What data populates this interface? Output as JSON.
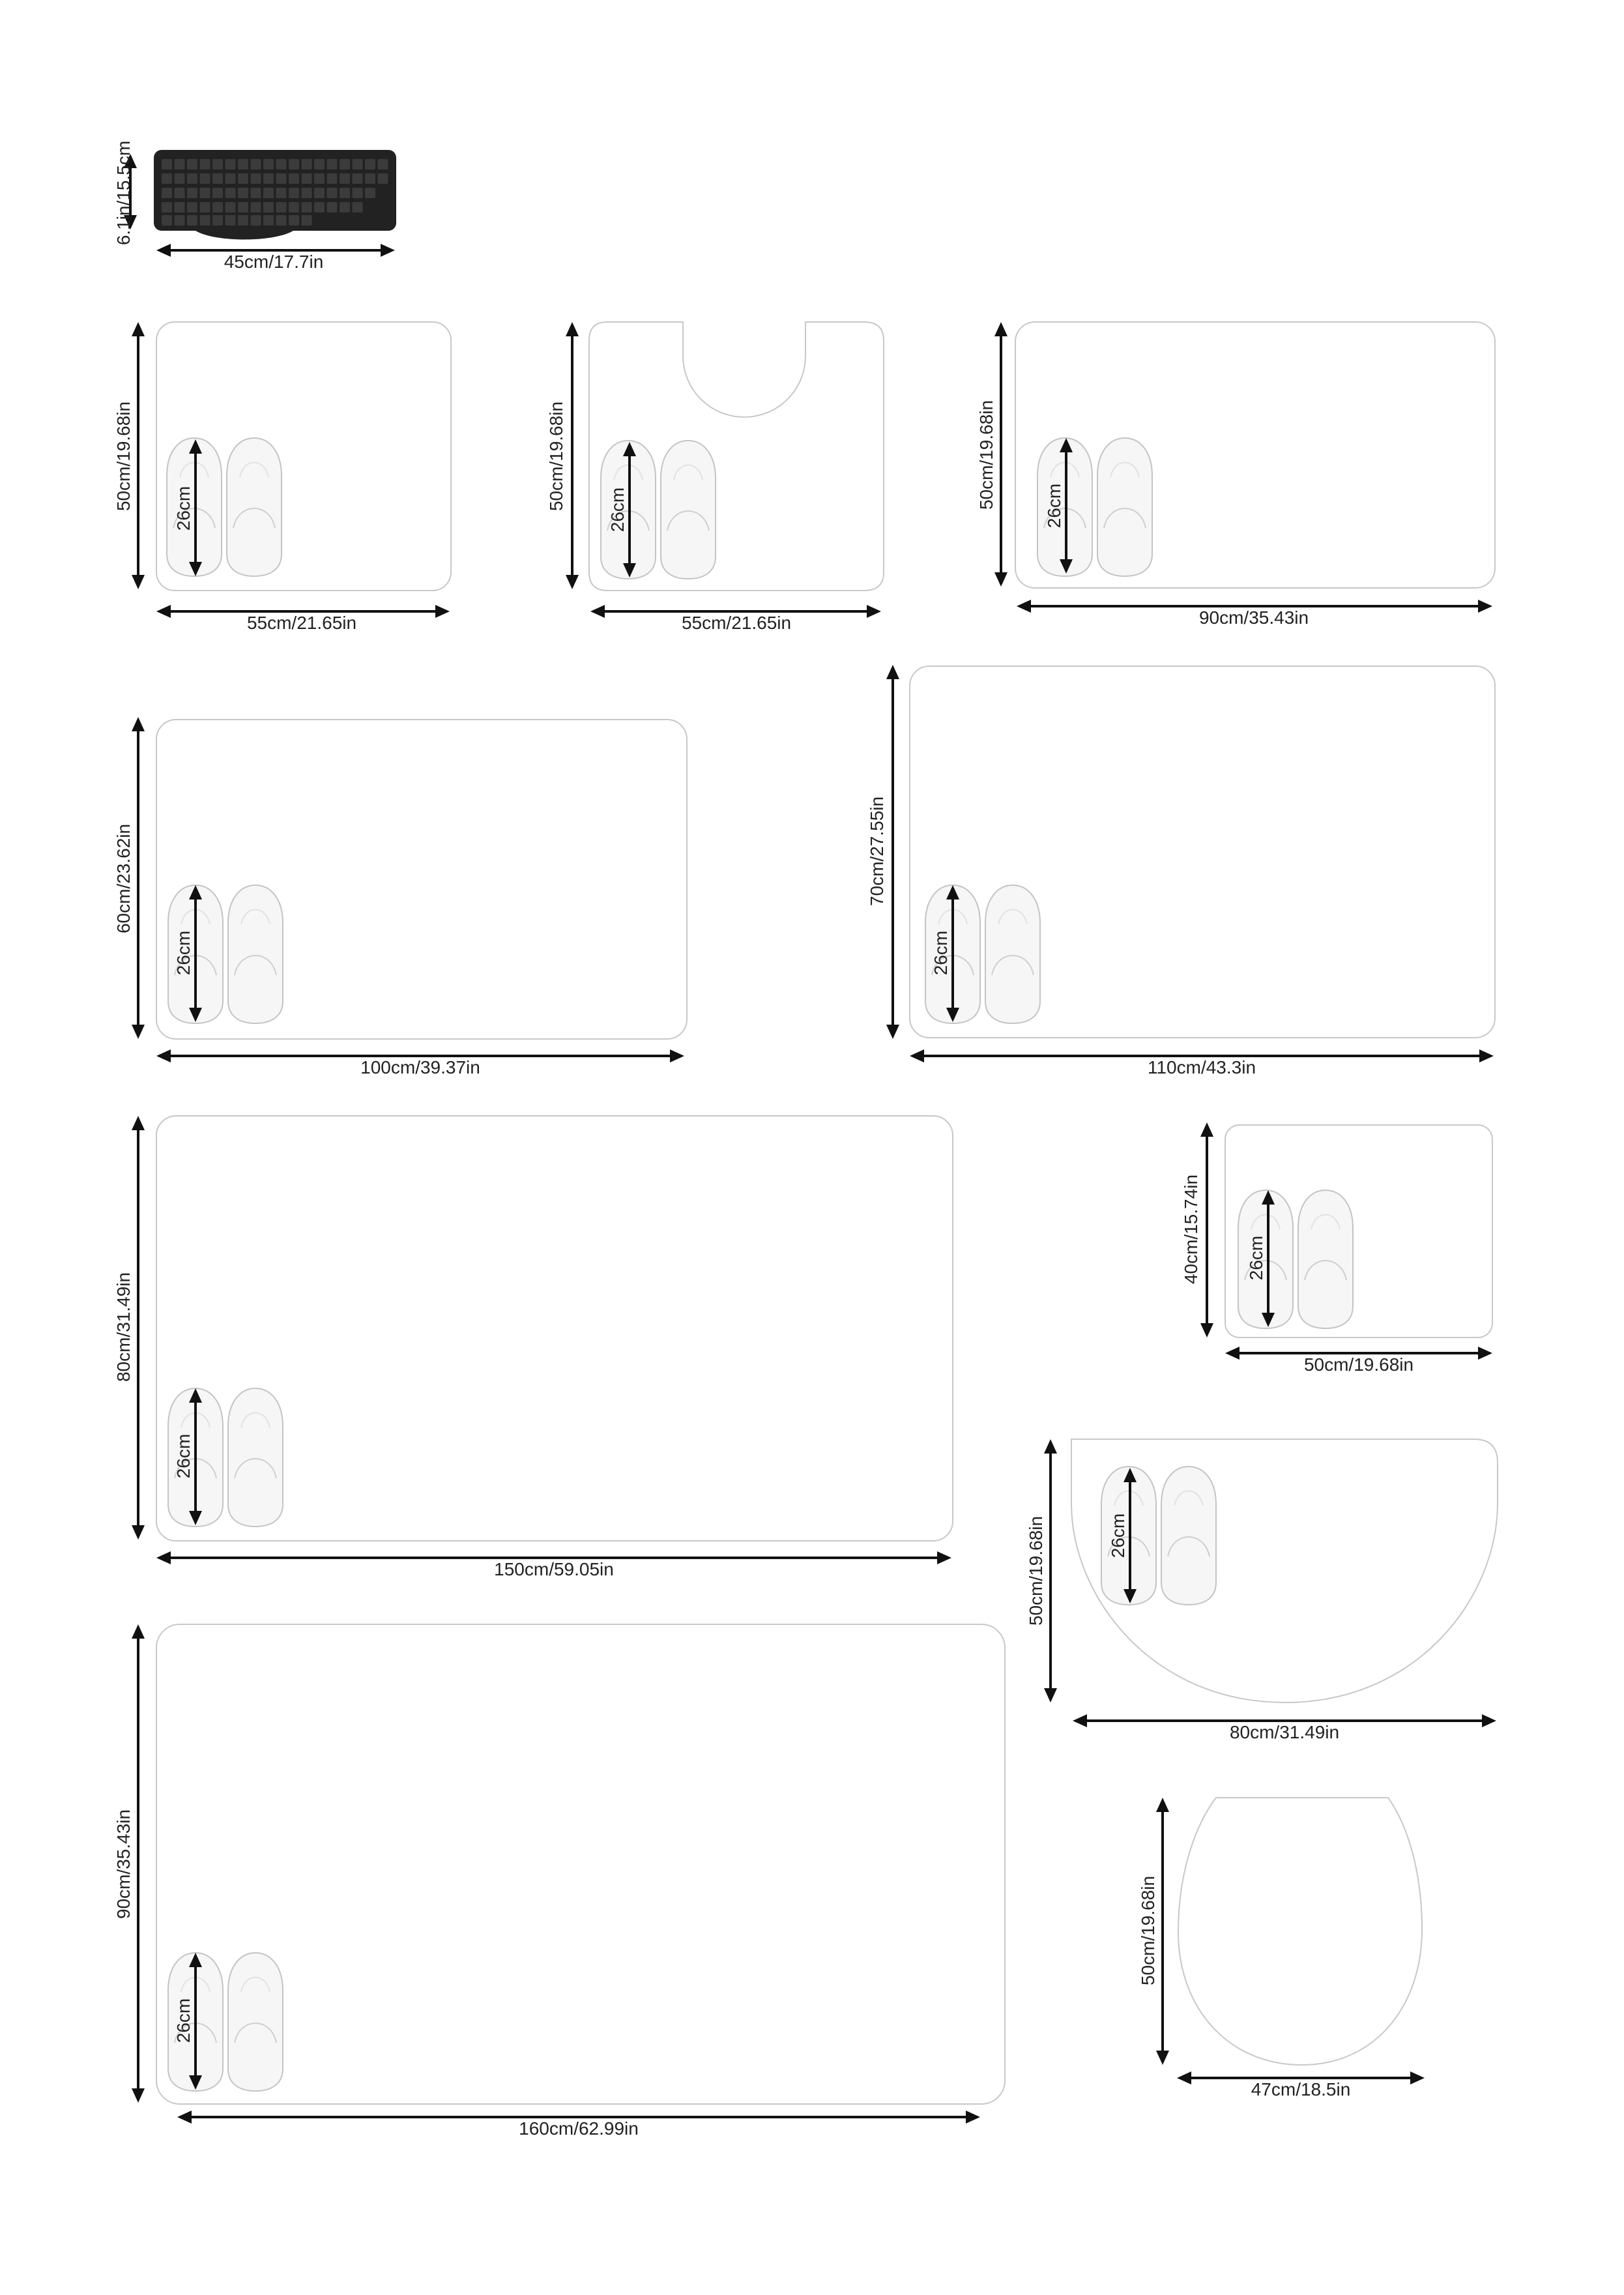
{
  "colors": {
    "background": "#ffffff",
    "mat_outline": "#c8c8c8",
    "arrow": "#111111",
    "label_text": "#222222",
    "slipper_fill": "#f6f6f6",
    "slipper_edge": "#c4c4c4",
    "keyboard_body": "#222222",
    "keyboard_key": "#3b3b3b"
  },
  "keyboard": {
    "icon": "keyboard-icon",
    "width_label": "45cm/17.7in",
    "height_label": "6.1in/15.5cm"
  },
  "slipper_label": "26cm",
  "mats": [
    {
      "id": "a",
      "shape": "rectangle",
      "width_label": "55cm/21.65in",
      "height_label": "50cm/19.68in"
    },
    {
      "id": "b",
      "shape": "u-contour",
      "width_label": "55cm/21.65in",
      "height_label": "50cm/19.68in"
    },
    {
      "id": "c",
      "shape": "rectangle",
      "width_label": "90cm/35.43in",
      "height_label": "50cm/19.68in"
    },
    {
      "id": "d",
      "shape": "rectangle",
      "width_label": "100cm/39.37in",
      "height_label": "60cm/23.62in"
    },
    {
      "id": "e",
      "shape": "rectangle",
      "width_label": "110cm/43.3in",
      "height_label": "70cm/27.55in"
    },
    {
      "id": "f",
      "shape": "rectangle",
      "width_label": "150cm/59.05in",
      "height_label": "80cm/31.49in"
    },
    {
      "id": "g",
      "shape": "rectangle",
      "width_label": "50cm/19.68in",
      "height_label": "40cm/15.74in"
    },
    {
      "id": "h",
      "shape": "half-round",
      "width_label": "80cm/31.49in",
      "height_label": "50cm/19.68in"
    },
    {
      "id": "i",
      "shape": "rectangle",
      "width_label": "160cm/62.99in",
      "height_label": "90cm/35.43in"
    },
    {
      "id": "j",
      "shape": "toilet-lid",
      "width_label": "47cm/18.5in",
      "height_label": "50cm/19.68in"
    }
  ]
}
